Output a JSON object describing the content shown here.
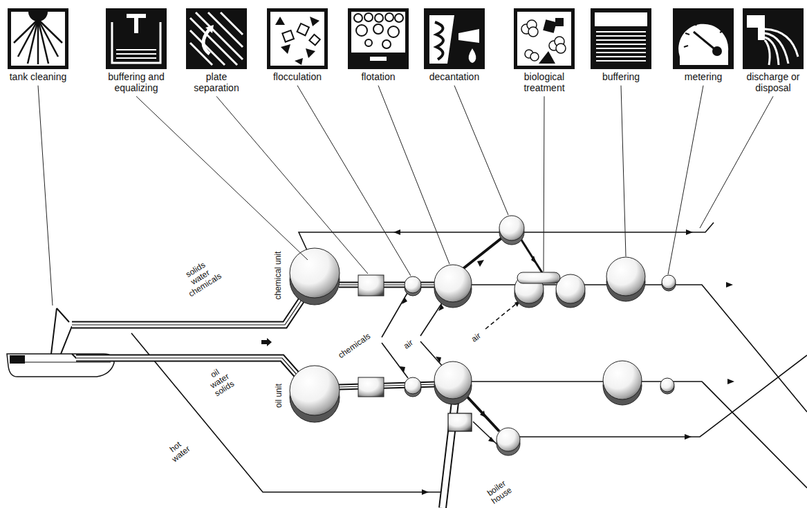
{
  "diagram": {
    "nodes": [
      {
        "text": [
          "tank cleaning"
        ]
      },
      {
        "text": [
          "buffering and equalizing"
        ]
      },
      {
        "text": [
          "plate separation"
        ]
      },
      {
        "text": [
          "flocculation"
        ]
      },
      {
        "text": [
          "flotation"
        ]
      },
      {
        "text": [
          "decantation"
        ]
      },
      {
        "text": [
          "biological treatment"
        ]
      },
      {
        "text": [
          "buffering"
        ]
      },
      {
        "text": [
          "metering"
        ]
      },
      {
        "text": [
          "discharge or disposal"
        ]
      }
    ],
    "labels": [
      "solids water chemicals",
      "chemical unit",
      "oil water solids",
      "oil unit",
      "hot water",
      "boiler house",
      "chemicals",
      "air",
      "air"
    ]
  }
}
